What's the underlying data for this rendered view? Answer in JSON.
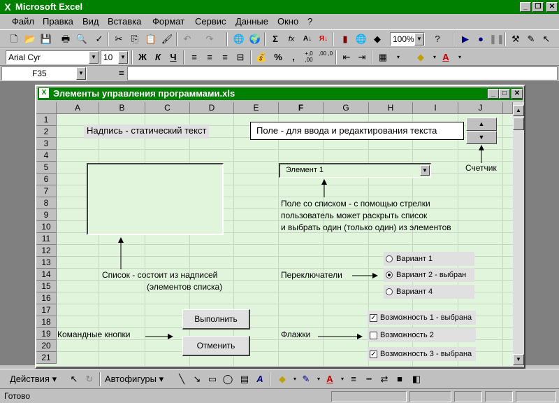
{
  "app": {
    "title": "Microsoft Excel",
    "icon": "excel-icon"
  },
  "menu": [
    "Файл",
    "Правка",
    "Вид",
    "Вставка",
    "Формат",
    "Сервис",
    "Данные",
    "Окно",
    "?"
  ],
  "toolbar_standard": {
    "zoom": "100%"
  },
  "toolbar_format": {
    "font_name": "Arial Cyr",
    "font_size": "10",
    "bold": "Ж",
    "italic": "К",
    "underline": "Ч",
    "percent": "%",
    "comma": ",",
    "inc_decimal": "+,0 ,00",
    "dec_decimal": ",00 ,0"
  },
  "formula_bar": {
    "cell_ref": "F35",
    "equals": "="
  },
  "workbook": {
    "title": "Элементы управления программами.xls",
    "columns": [
      "A",
      "B",
      "C",
      "D",
      "E",
      "F",
      "G",
      "H",
      "I",
      "J"
    ],
    "rows": [
      "1",
      "2",
      "3",
      "4",
      "5",
      "6",
      "7",
      "8",
      "9",
      "10",
      "11",
      "12",
      "13",
      "14",
      "15",
      "16",
      "17",
      "18",
      "19",
      "20",
      "21"
    ]
  },
  "controls": {
    "static_label": "Надпись - статический текст",
    "edit_field": "Поле - для ввода и редактирования текста",
    "spinner_caption": "Счетчик",
    "combo_value": "Элемент 1",
    "combo_desc_1": "Поле со списком - с помощью стрелки",
    "combo_desc_2": "пользователь может раскрыть список",
    "combo_desc_3": "и выбрать один (только один) из элементов",
    "list_desc_1": "Список -  состоит из надписей",
    "list_desc_2": "(элементов списка)",
    "radio_caption": "Переключатели",
    "radio_options": [
      "Вариант 1",
      "Вариант 2 - выбран",
      "Вариант 4"
    ],
    "radio_selected": 1,
    "cmd_caption": "Командные кнопки",
    "cmd_run": "Выполнить",
    "cmd_cancel": "Отменить",
    "check_caption": "Флажки",
    "check_options": [
      "Возможность 1 - выбрана",
      "Возможность 2",
      "Возможность 3 - выбрана"
    ],
    "check_states": [
      true,
      false,
      true
    ]
  },
  "drawing_toolbar": {
    "actions": "Действия",
    "autoshapes": "Автофигуры"
  },
  "status": {
    "text": "Готово"
  }
}
